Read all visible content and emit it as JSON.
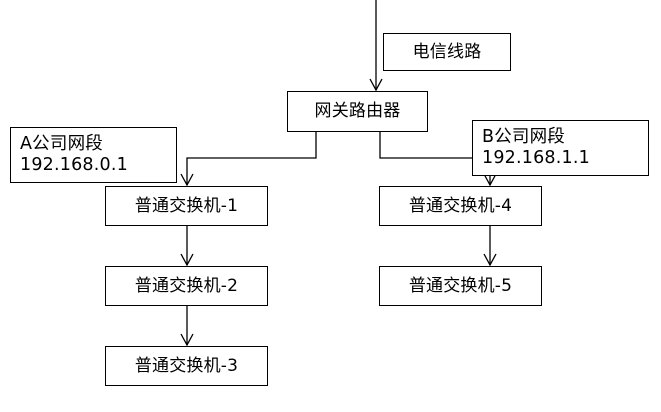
{
  "diagram": {
    "title_text": "",
    "background": "#ffffff",
    "stroke_color": "#000000",
    "nodes": {
      "telecom_line": "电信线路",
      "gateway_router": "网关路由器",
      "company_a_label_line1": "A公司网段",
      "company_a_label_line2": "192.168.0.1",
      "company_b_label_line1": "B公司网段",
      "company_b_label_line2": "192.168.1.1",
      "switch_1": "普通交换机-1",
      "switch_2": "普通交换机-2",
      "switch_3": "普通交换机-3",
      "switch_4": "普通交换机-4",
      "switch_5": "普通交换机-5"
    },
    "connections": [
      {
        "from": "external-uplink",
        "to": "gateway_router",
        "style": "arrow-down"
      },
      {
        "from": "gateway_router",
        "to": "switch_1",
        "style": "elbow-left-down-arrow"
      },
      {
        "from": "gateway_router",
        "to": "switch_4",
        "style": "elbow-right-down-arrow"
      },
      {
        "from": "switch_1",
        "to": "switch_2",
        "style": "arrow-down"
      },
      {
        "from": "switch_2",
        "to": "switch_3",
        "style": "arrow-down"
      },
      {
        "from": "switch_4",
        "to": "switch_5",
        "style": "arrow-down"
      }
    ]
  }
}
